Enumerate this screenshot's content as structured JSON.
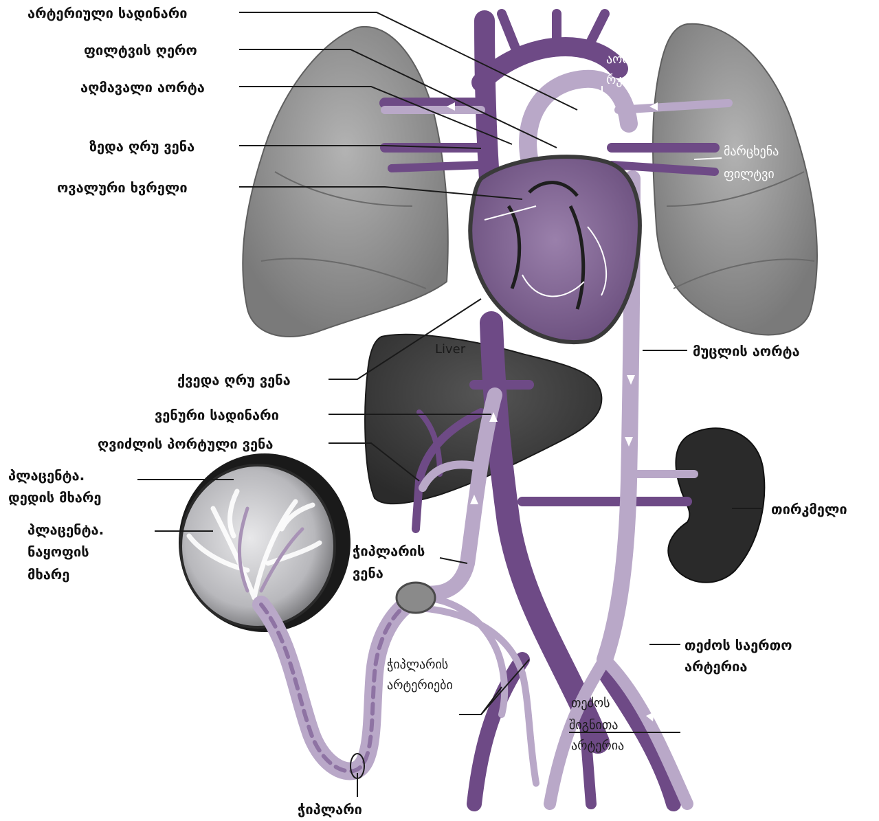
{
  "colors": {
    "dark_vessel": "#6e4a86",
    "light_vessel": "#b9a8c8",
    "lung": "#8f8f8f",
    "liver": "#3c3c3c",
    "kidney": "#262626",
    "label": "#111111"
  },
  "labels": {
    "ductus_arteriosus": "არტერიული სადინარი",
    "pulmonary_trunk": "ფილტვის ღერო",
    "ascending_aorta": "აღმავალი აორტა",
    "superior_vena_cava": "ზედა ღრუ ვენა",
    "foramen_ovale": "ოვალური ხვრელი",
    "inferior_vena_cava": "ქვედა ღრუ ვენა",
    "ductus_venosus": "ვენური სადინარი",
    "hepatic_portal_vein": "ღვიძლის პორტული ვენა",
    "placenta_maternal_1": "პლაცენტა.",
    "placenta_maternal_2": "დედის მხარე",
    "placenta_fetal_1": "პლაცენტა.",
    "placenta_fetal_2": "ნაყოფის",
    "placenta_fetal_3": "მხარე",
    "umbilical_vein_1": "ჭიპლარის",
    "umbilical_vein_2": "ვენა",
    "umbilical_cord": "ჭიპლარი",
    "aortic_arch_1": "აორტის",
    "aortic_arch_2": "რკალი",
    "left_lung_1": "მარცხენა",
    "left_lung_2": "ფილტვი",
    "descending_aorta": "მუცლის აორტა",
    "kidney": "თირკმელი",
    "common_iliac_1": "თეძოს საერთო",
    "common_iliac_2": "არტერია",
    "umbilical_arteries_1": "ჭიპლარის",
    "umbilical_arteries_2": "არტერიები",
    "internal_iliac_1": "თეძოს",
    "internal_iliac_2": "შიგნითა",
    "internal_iliac_3": "არტერია",
    "liver": "Liver"
  }
}
